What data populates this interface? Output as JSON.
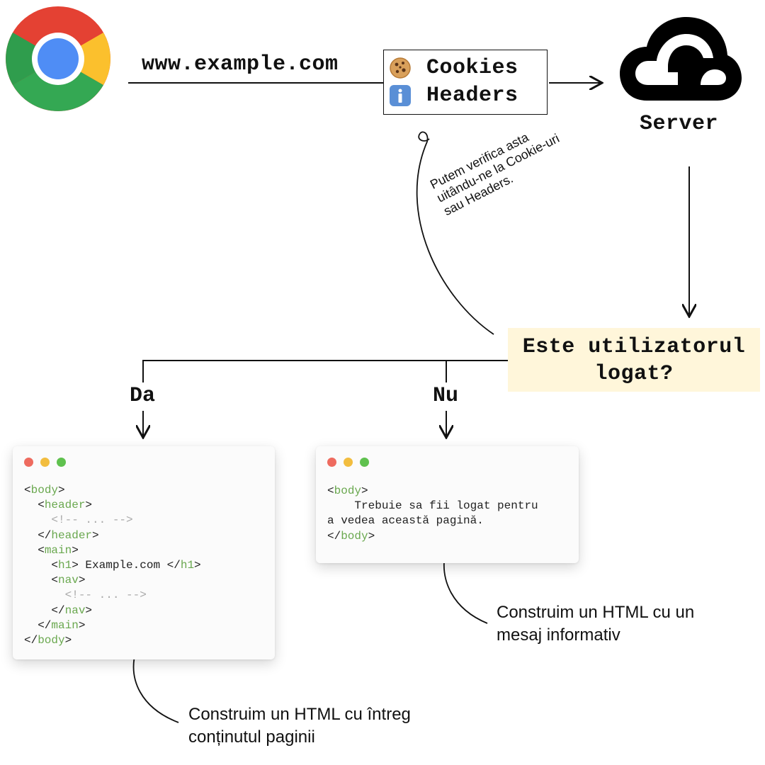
{
  "request": {
    "url": "www.example.com",
    "cookies_label": "Cookies",
    "headers_label": "Headers"
  },
  "server": {
    "label": "Server"
  },
  "decision": {
    "question_line1": "Este utilizatorul",
    "question_line2": "logat?",
    "yes_label": "Da",
    "no_label": "Nu"
  },
  "check_note": "Putem verifica asta uitându-ne la Cookie-uri sau Headers.",
  "logged_in_window": {
    "lines": [
      {
        "indent": "",
        "parts": [
          [
            "p",
            "<"
          ],
          [
            "t",
            "body"
          ],
          [
            "p",
            ">"
          ]
        ]
      },
      {
        "indent": "  ",
        "parts": [
          [
            "p",
            "<"
          ],
          [
            "t",
            "header"
          ],
          [
            "p",
            ">"
          ]
        ]
      },
      {
        "indent": "    ",
        "parts": [
          [
            "c",
            "<!-- ... -->"
          ]
        ]
      },
      {
        "indent": "  ",
        "parts": [
          [
            "p",
            "</"
          ],
          [
            "t",
            "header"
          ],
          [
            "p",
            ">"
          ]
        ]
      },
      {
        "indent": "  ",
        "parts": [
          [
            "p",
            "<"
          ],
          [
            "t",
            "main"
          ],
          [
            "p",
            ">"
          ]
        ]
      },
      {
        "indent": "    ",
        "parts": [
          [
            "p",
            "<"
          ],
          [
            "t",
            "h1"
          ],
          [
            "p",
            "> Example.com </"
          ],
          [
            "t",
            "h1"
          ],
          [
            "p",
            ">"
          ]
        ]
      },
      {
        "indent": "    ",
        "parts": [
          [
            "p",
            "<"
          ],
          [
            "t",
            "nav"
          ],
          [
            "p",
            ">"
          ]
        ]
      },
      {
        "indent": "      ",
        "parts": [
          [
            "c",
            "<!-- ... -->"
          ]
        ]
      },
      {
        "indent": "    ",
        "parts": [
          [
            "p",
            "</"
          ],
          [
            "t",
            "nav"
          ],
          [
            "p",
            ">"
          ]
        ]
      },
      {
        "indent": "  ",
        "parts": [
          [
            "p",
            "</"
          ],
          [
            "t",
            "main"
          ],
          [
            "p",
            ">"
          ]
        ]
      },
      {
        "indent": "",
        "parts": [
          [
            "p",
            "</"
          ],
          [
            "t",
            "body"
          ],
          [
            "p",
            ">"
          ]
        ]
      }
    ],
    "caption_line1": "Construim un HTML cu întreg",
    "caption_line2": "conținutul paginii"
  },
  "logged_out_window": {
    "lines": [
      {
        "indent": "",
        "parts": [
          [
            "p",
            "<"
          ],
          [
            "t",
            "body"
          ],
          [
            "p",
            ">"
          ]
        ]
      },
      {
        "indent": "    ",
        "parts": [
          [
            "p",
            "Trebuie sa fii logat pentru"
          ]
        ]
      },
      {
        "indent": "",
        "parts": [
          [
            "p",
            "a vedea această pagină."
          ]
        ]
      },
      {
        "indent": "",
        "parts": [
          [
            "p",
            "</"
          ],
          [
            "t",
            "body"
          ],
          [
            "p",
            ">"
          ]
        ]
      }
    ],
    "caption_line1": "Construim un HTML cu un",
    "caption_line2": "mesaj informativ"
  },
  "icons": {
    "browser": "chrome-logo",
    "cookie": "cookie-icon",
    "info": "info-icon",
    "server": "cloud-icon"
  },
  "colors": {
    "question_bg": "#fff6da",
    "code_tag": "#6aa84f",
    "code_comment": "#a9a9a9"
  }
}
